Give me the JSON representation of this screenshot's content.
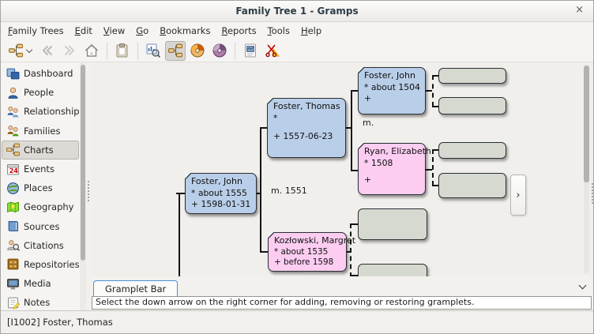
{
  "window": {
    "title": "Family Tree 1 - Gramps",
    "close": "×"
  },
  "menu": {
    "items": [
      "Family Trees",
      "Edit",
      "View",
      "Go",
      "Bookmarks",
      "Reports",
      "Tools",
      "Help"
    ]
  },
  "toolbar": {
    "icons": [
      "family-trees-icon",
      "dropdown-chevron-icon",
      "back-icon",
      "forward-icon",
      "home-icon",
      "clipboard-icon",
      "pedigree-report-icon",
      "pedigree-view-icon",
      "fan-chart-icon",
      "full-fan-chart-icon",
      "reports-icon",
      "tools-icon"
    ]
  },
  "sidebar": {
    "items": [
      {
        "label": "Dashboard"
      },
      {
        "label": "People"
      },
      {
        "label": "Relationships"
      },
      {
        "label": "Families"
      },
      {
        "label": "Charts",
        "selected": true
      },
      {
        "label": "Events"
      },
      {
        "label": "Places"
      },
      {
        "label": "Geography"
      },
      {
        "label": "Sources"
      },
      {
        "label": "Citations"
      },
      {
        "label": "Repositories"
      },
      {
        "label": "Media"
      },
      {
        "label": "Notes"
      }
    ]
  },
  "chart": {
    "boxes": [
      {
        "name": "Foster, John",
        "line2": "* about 1555",
        "line3": "+ 1598-01-31",
        "gender": "male"
      },
      {
        "name": "Foster, Thomas",
        "line2": "*",
        "line3": "+ 1557-06-23",
        "gender": "male"
      },
      {
        "name": "Foster, John",
        "line2": "* about 1504",
        "line3": "+",
        "gender": "male"
      },
      {
        "name": "Ryan, Elizabeth",
        "line2": "* 1508",
        "line3": "+",
        "gender": "female"
      },
      {
        "name": "Kozłowski, Margret",
        "line2": "* about 1535",
        "line3": "+ before 1598",
        "gender": "female"
      }
    ],
    "m_foster_ryan": "m.",
    "m_thomas_kozlowski": "m. 1551",
    "nav_button": "›",
    "colors": {
      "male": "#b9cee8",
      "female": "#fccdf1",
      "unknown": "#d6d9d0"
    }
  },
  "gramplet_bar": {
    "tab": "Gramplet Bar",
    "message": "Select the down arrow on the right corner for adding, removing or restoring gramplets."
  },
  "status_bar": {
    "active_person": "[I1002] Foster, Thomas"
  }
}
